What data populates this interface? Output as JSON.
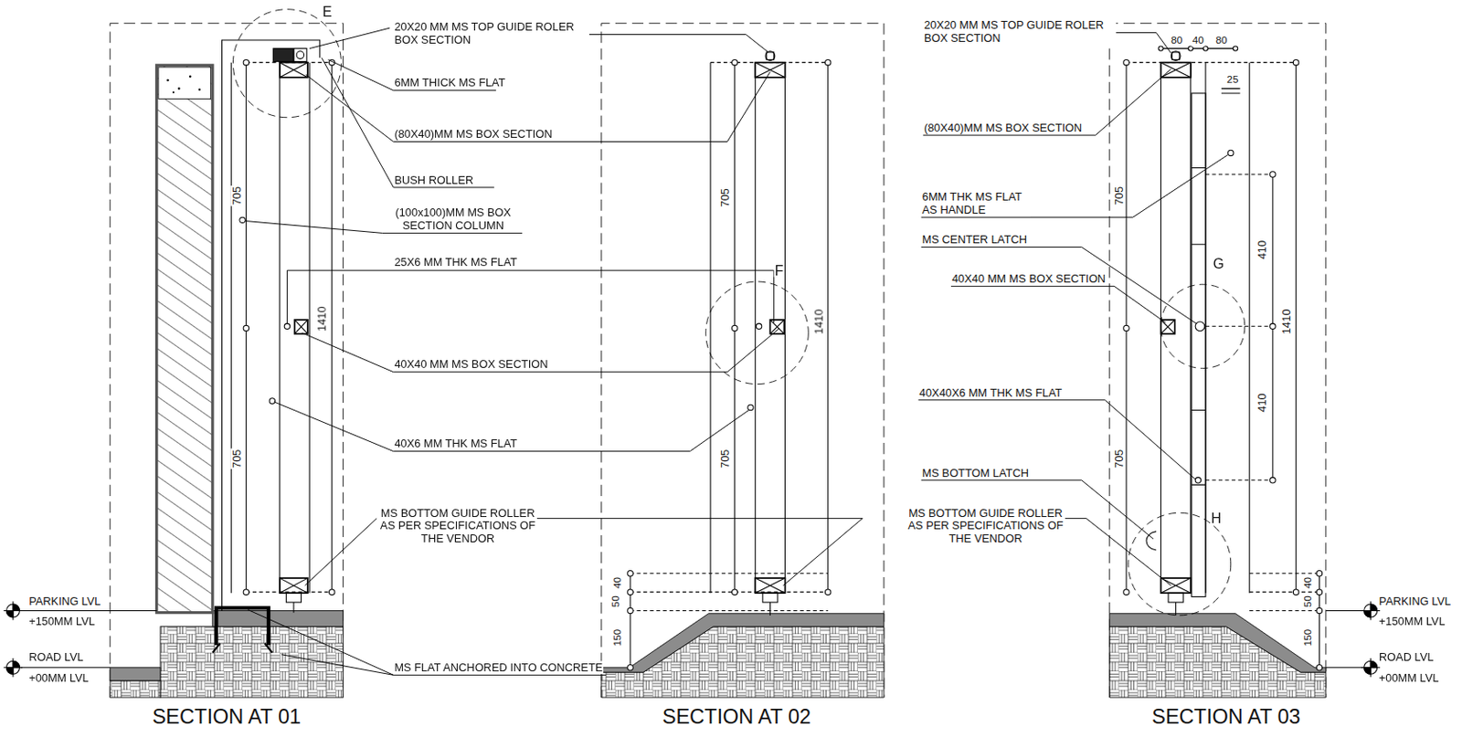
{
  "diagram": {
    "labels": [
      "E",
      "20X20 MM MS TOP GUIDE ROLER BOX SECTION",
      "6MM THICK MS FLAT",
      "(80X40)MM MS BOX SECTION",
      "BUSH ROLLER",
      "(100x100)MM MS BOX SECTION COLUMN",
      "25X6 MM THK MS FLAT",
      "40X40 MM MS BOX SECTION",
      "40X6 MM THK MS FLAT",
      "MS BOTTOM GUIDE ROLLER AS PER SPECIFICATIONS OF THE VENDOR",
      "MS FLAT ANCHORED INTO CONCRETE",
      "705",
      "1410",
      "705",
      "PARKING LVL",
      "+150MM LVL",
      "ROAD LVL",
      "+00MM LVL",
      "SECTION AT 01",
      "705",
      "F",
      "1410",
      "705",
      "50",
      "40",
      "150",
      "SECTION AT 02",
      "20X20 MM MS TOP GUIDE ROLER BOX SECTION",
      "80",
      "40",
      "80",
      "25",
      "(80X40)MM MS BOX SECTION",
      "6MM THK MS FLAT AS HANDLE",
      "705",
      "410",
      "MS CENTER LATCH",
      "G",
      "40X40 MM MS BOX SECTION",
      "1410",
      "410",
      "40X40X6 MM THK MS FLAT",
      "705",
      "MS BOTTOM LATCH",
      "H",
      "MS BOTTOM GUIDE ROLLER AS PER SPECIFICATIONS OF THE VENDOR",
      "40",
      "50",
      "150",
      "PARKING LVL",
      "+150MM LVL",
      "ROAD LVL",
      "+00MM LVL",
      "SECTION AT 03"
    ]
  }
}
